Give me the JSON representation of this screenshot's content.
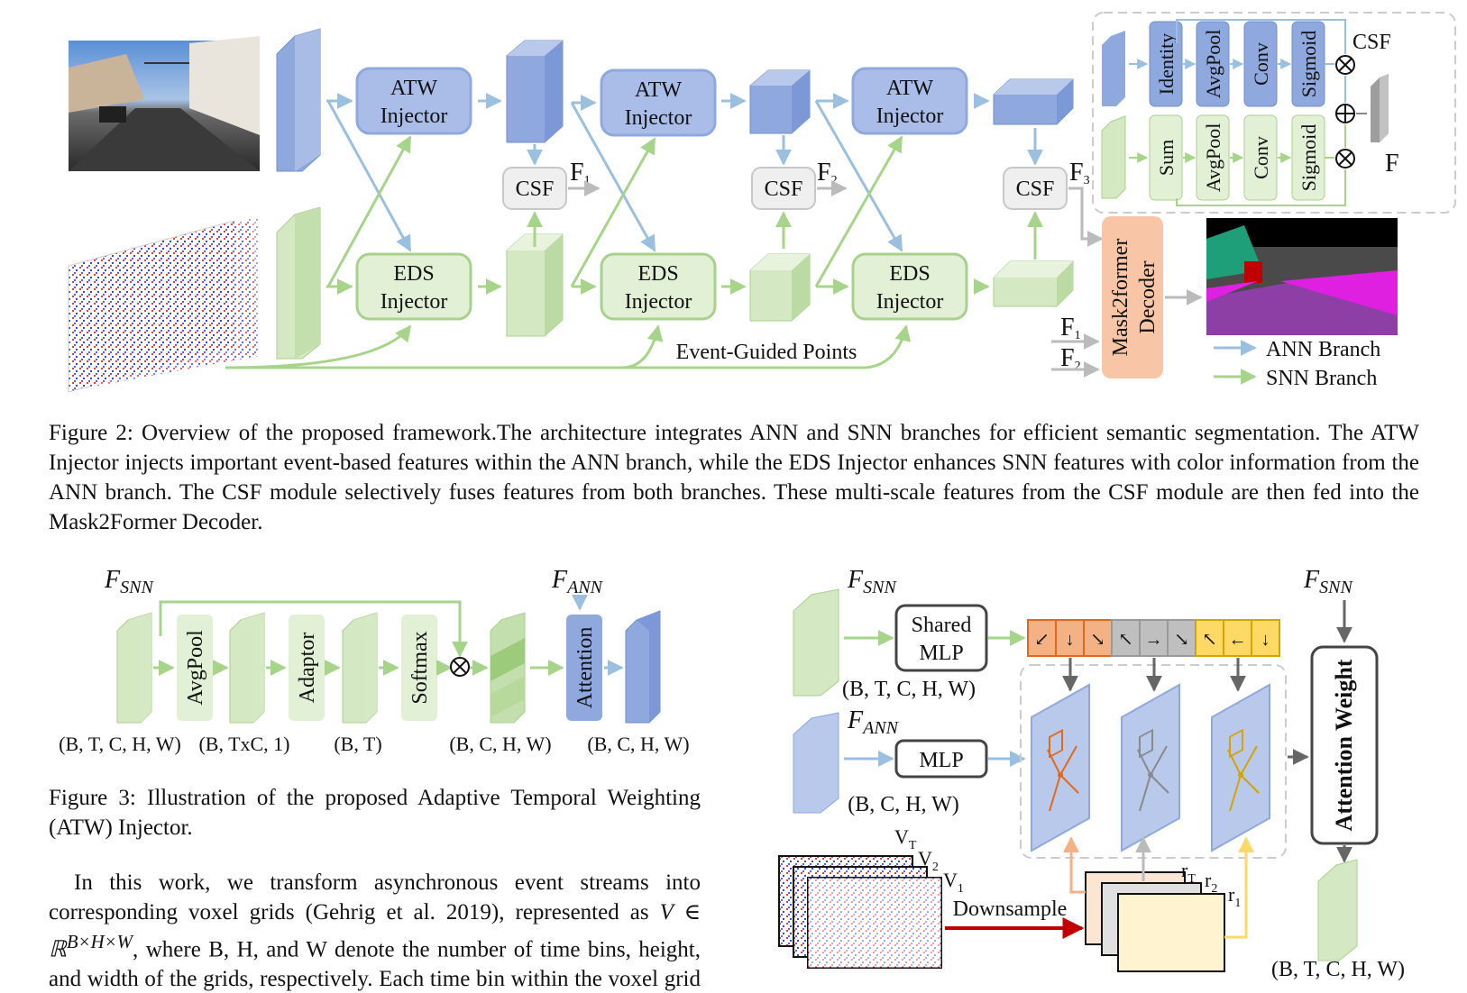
{
  "fig2": {
    "labels": {
      "atw_1": "ATW",
      "atw_2": "Injector",
      "eds_1": "EDS",
      "eds_2": "Injector",
      "csf": "CSF",
      "f1": "F",
      "f1_sub": "1",
      "f2": "F",
      "f2_sub": "2",
      "f3": "F",
      "f3_sub": "3",
      "decoder_1": "Mask2former",
      "decoder_2": "Decoder",
      "event_points": "Event-Guided Points",
      "inset_title": "CSF",
      "inset_top": [
        "Identity",
        "AvgPool",
        "Conv",
        "Sigmoid"
      ],
      "inset_bottom": [
        "Sum",
        "AvgPool",
        "Conv",
        "Sigmoid"
      ],
      "inset_output": "F",
      "legend_ann": "ANN Branch",
      "legend_snn": "SNN Branch"
    },
    "caption": "Figure 2: Overview of the proposed framework.The architecture integrates ANN and SNN branches for efficient semantic segmentation. The ATW Injector injects important event-based features within the ANN branch, while the EDS Injector enhances SNN features with color information from the ANN branch. The CSF module selectively fuses features from both branches. These multi-scale features from the CSF module are then fed into the Mask2Former Decoder."
  },
  "fig3": {
    "f_snn": "F",
    "f_snn_sub": "SNN",
    "f_ann": "F",
    "f_ann_sub": "ANN",
    "blocks": [
      "AvgPool",
      "Adaptor",
      "Softmax",
      "Attention"
    ],
    "dims": [
      "(B, T, C, H, W)",
      "(B, TxC, 1)",
      "(B, T)",
      "(B, C, H, W)",
      "(B, C, H, W)"
    ],
    "caption": "Figure 3: Illustration of the proposed Adaptive Temporal Weighting (ATW) Injector."
  },
  "fig4": {
    "f_snn": "F",
    "f_snn_sub": "SNN",
    "f_ann": "F",
    "f_ann_sub": "ANN",
    "f_snn_right": "F",
    "f_snn_right_sub": "SNN",
    "shared_mlp_1": "Shared",
    "shared_mlp_2": "MLP",
    "mlp": "MLP",
    "dim_snn": "(B, T, C, H, W)",
    "dim_ann": "(B, C, H, W)",
    "dim_out": "(B, T, C, H, W)",
    "attention_weight": "Attention Weight",
    "downsample": "Downsample",
    "v_t": "V",
    "v_t_sub": "T",
    "v_2": "V",
    "v_2_sub": "2",
    "v_1": "V",
    "v_1_sub": "1",
    "r_t": "r",
    "r_t_sub": "T",
    "r_2": "r",
    "r_2_sub": "2",
    "r_1": "r",
    "r_1_sub": "1"
  },
  "body_text": {
    "paragraph": "In this work, we transform asynchronous event streams into corresponding voxel grids (Gehrig et al. 2019), represented as",
    "math_expr": "V ∈ ℝ",
    "math_sup": "B×H×W",
    "paragraph_cont": ", where B, H, and W denote the number of time bins, height, and width of the grids, respectively. Each time bin within the voxel grid is defined as"
  },
  "colors": {
    "ann_blue": "#8fa9de",
    "ann_blue_light": "#b9c9ec",
    "snn_green": "#a9d18e",
    "snn_green_light": "#d5e8c4",
    "arrow_blue": "#9bbfdf",
    "arrow_green": "#a7d48b",
    "decoder_orange": "#f8c6a6",
    "csf_gray": "#efefef",
    "downsample_red": "#c00000"
  }
}
